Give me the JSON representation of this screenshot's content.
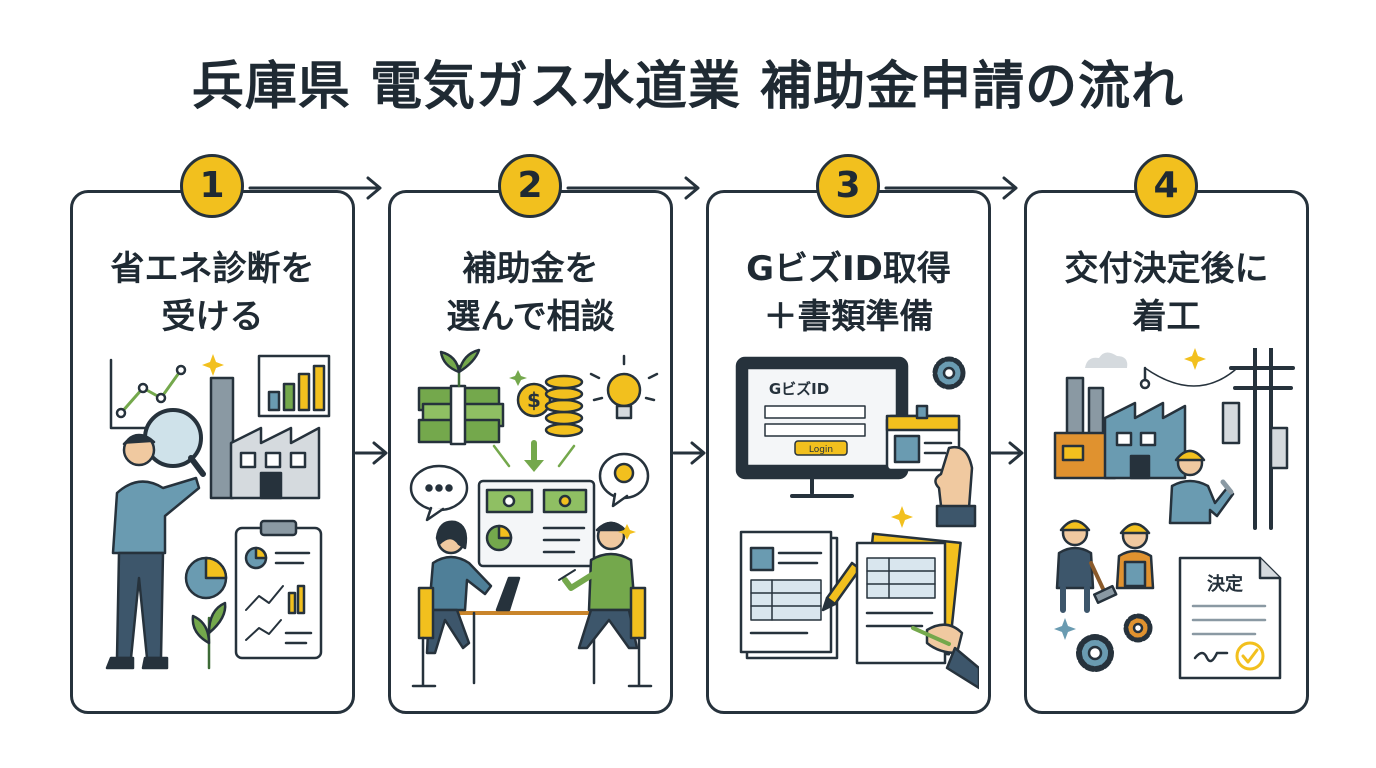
{
  "title": "兵庫県 電気ガス水道業 補助金申請の流れ",
  "steps": [
    {
      "number": "1",
      "line1": "省エネ診断を",
      "line2": "受ける"
    },
    {
      "number": "2",
      "line1": "補助金を",
      "line2": "選んで相談"
    },
    {
      "number": "3",
      "line1": "GビズID取得",
      "line2": "＋書類準備",
      "screen_label": "GビズID",
      "login_label": "Login"
    },
    {
      "number": "4",
      "line1": "交付決定後に",
      "line2": "着工",
      "doc_label": "決定"
    }
  ],
  "colors": {
    "accent": "#f2c01e",
    "outline": "#26323c",
    "teal": "#6a9bb1",
    "green": "#74a84c"
  }
}
